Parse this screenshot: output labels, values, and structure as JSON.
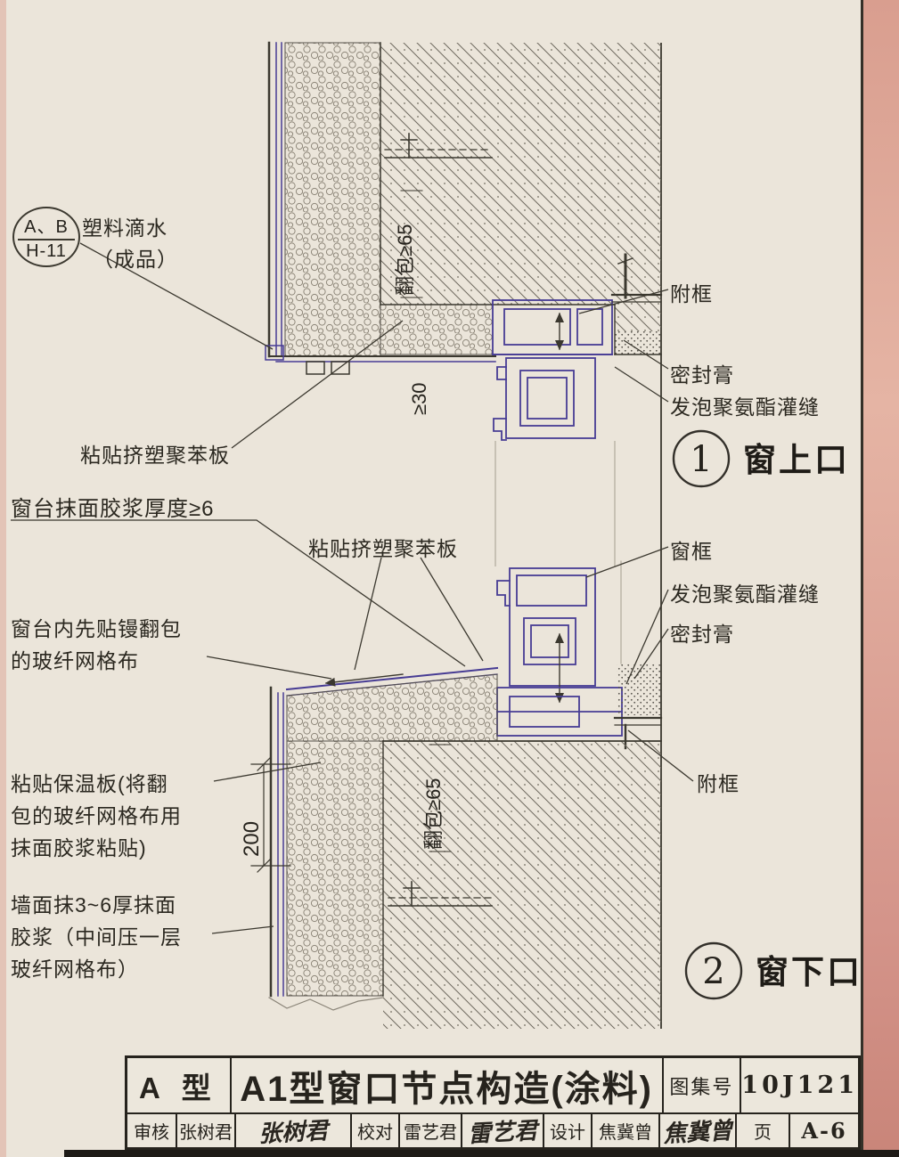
{
  "colors": {
    "paper": "#ebe5da",
    "ink": "#3b382f",
    "frame_purple": "#473c94",
    "scan_edge_pink": "#d99e8f"
  },
  "detail1": {
    "number": "1",
    "title": "窗上口",
    "ref_bubble": {
      "top": "A、B",
      "bottom": "H-11"
    },
    "labels": {
      "drip_line1": "塑料滴水",
      "drip_line2": "（成品）",
      "xps_board": "粘贴挤塑聚苯板",
      "aux_frame": "附框",
      "sealant": "密封膏",
      "pu_foam": "发泡聚氨酯灌缝"
    },
    "dims": {
      "wrap": "翻包≥65",
      "min30": "≥30"
    }
  },
  "sill_note": "窗台抹面胶浆厚度≥6",
  "detail2": {
    "number": "2",
    "title": "窗下口",
    "labels": {
      "xps_board": "粘贴挤塑聚苯板",
      "window_frame": "窗框",
      "pu_foam": "发泡聚氨酯灌缝",
      "sealant": "密封膏",
      "mesh_line1": "窗台内先贴镘翻包",
      "mesh_line2": "的玻纤网格布",
      "board_line1": "粘贴保温板(将翻",
      "board_line2": "包的玻纤网格布用",
      "board_line3": "抹面胶浆粘贴)",
      "plaster_line1": "墙面抹3~6厚抹面",
      "plaster_line2": "胶浆（中间压一层",
      "plaster_line3": "玻纤网格布）",
      "aux_frame": "附框"
    },
    "dims": {
      "wrap": "翻包≥65",
      "d200": "200"
    }
  },
  "titleblock": {
    "type": "A 型",
    "title": "A1型窗口节点构造(涂料)",
    "atlas_label": "图集号",
    "atlas_no": "10J121",
    "page_label": "页",
    "page_no": "A-6",
    "review_label": "审核",
    "review_name": "张树君",
    "review_sig": "张树君",
    "check_label": "校对",
    "check_name": "雷艺君",
    "check_sig": "雷艺君",
    "design_label": "设计",
    "design_name": "焦冀曾",
    "design_sig": "焦冀曾"
  }
}
